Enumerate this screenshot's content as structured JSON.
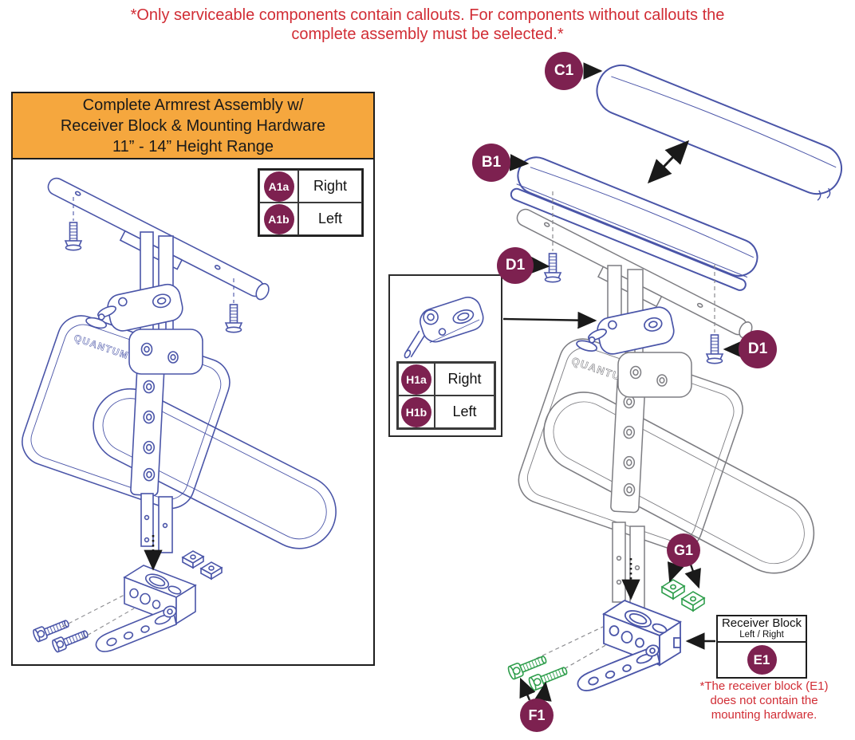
{
  "title_lines": [
    "*Only serviceable components contain callouts. For components without callouts the",
    "complete assembly must be selected.*"
  ],
  "colors": {
    "note_red": "#d12d35",
    "callout_maroon": "#7d2150",
    "header_orange": "#f5a73e",
    "line_blue": "#4a55a8",
    "line_gray": "#7d7d82",
    "hardware_green": "#2f9e4c"
  },
  "left_panel": {
    "header_lines": [
      "Complete Armrest Assembly w/",
      "Receiver Block & Mounting Hardware",
      "11” - 14” Height Range"
    ],
    "logo_text": "QUANTUM",
    "table": {
      "rows": [
        {
          "badge": "A1a",
          "label": "Right"
        },
        {
          "badge": "A1b",
          "label": "Left"
        }
      ]
    }
  },
  "h1_panel": {
    "table": {
      "rows": [
        {
          "badge": "H1a",
          "label": "Right"
        },
        {
          "badge": "H1b",
          "label": "Left"
        }
      ]
    }
  },
  "callouts": {
    "c1": "C1",
    "b1": "B1",
    "d1": "D1",
    "g1": "G1",
    "f1": "F1"
  },
  "e1_box": {
    "title": "Receiver Block",
    "subtitle": "Left / Right",
    "badge": "E1"
  },
  "footnote_lines": [
    "*The receiver block (E1)",
    "does not contain the",
    "mounting hardware."
  ],
  "right_diagram": {
    "logo_text": "QUANTUM"
  }
}
